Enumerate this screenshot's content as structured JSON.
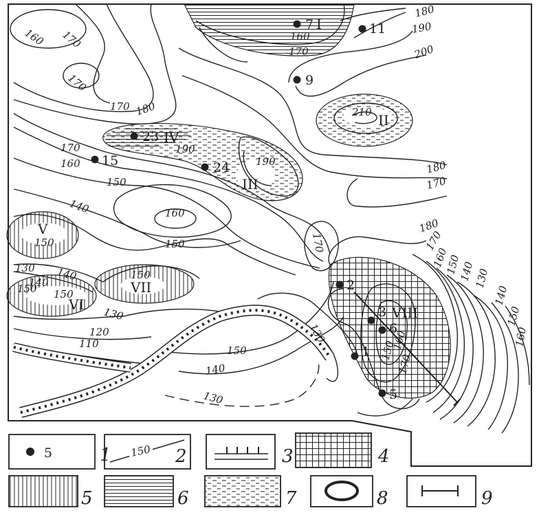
{
  "contour_labels": {
    "c160_nw": "160",
    "c170_n": "170",
    "c170_nw2": "170",
    "c170_w": "170",
    "c180_w": "180",
    "c170_far_w": "170",
    "c160_far_w": "160",
    "c150_w": "150",
    "c140_w": "140",
    "c130_w": "130",
    "c140_w2": "140",
    "c150_vi": "150",
    "c140_vi": "140",
    "c150_vi2": "150",
    "c150_v": "150",
    "c150_vii": "150",
    "c130_sw": "130",
    "c120_sw": "120",
    "c110_sw": "110",
    "c160_i": "160",
    "c170_i": "170",
    "c180_ne": "180",
    "c190_ne": "190",
    "c200_ne": "200",
    "c210_ii": "210",
    "c190_iv": "190",
    "c190_iii": "190",
    "c180_e": "180",
    "c170_e": "170",
    "c160_c": "160",
    "c150_c": "150",
    "c170_cc": "170",
    "c130_se": "130",
    "c150_s": "150",
    "c140_s": "140",
    "c130_s": "130",
    "c180_se": "180",
    "c170_se": "170",
    "c160_se": "160",
    "c150_se": "150",
    "c140_se": "140",
    "c130_se2": "130",
    "c140_se3": "140",
    "c150_se3": "150",
    "c160_se3": "160",
    "c150_viii": "150",
    "c160_viii": "160",
    "c170_viii": "170"
  },
  "zones": {
    "I": "I",
    "II": "II",
    "III": "III",
    "IV": "IV",
    "V": "V",
    "VI": "VI",
    "VII": "VII",
    "VIII": "VIII"
  },
  "wells": [
    {
      "id": "7"
    },
    {
      "id": "11"
    },
    {
      "id": "9"
    },
    {
      "id": "23"
    },
    {
      "id": "15"
    },
    {
      "id": "24"
    },
    {
      "id": "2"
    },
    {
      "id": "3"
    },
    {
      "id": "6"
    },
    {
      "id": "1"
    },
    {
      "id": "5"
    }
  ],
  "legend": [
    {
      "num": "1",
      "sample": "5",
      "icon": "well-dot"
    },
    {
      "num": "2",
      "sample": "150",
      "icon": "contour-line"
    },
    {
      "num": "3",
      "icon": "fault-band"
    },
    {
      "num": "4",
      "icon": "crosshatch-fill"
    },
    {
      "num": "5",
      "icon": "vertical-hatch-fill"
    },
    {
      "num": "6",
      "icon": "horizontal-hatch-fill"
    },
    {
      "num": "7",
      "icon": "dashed-hatch-fill"
    },
    {
      "num": "8",
      "icon": "ellipse-outline"
    },
    {
      "num": "9",
      "icon": "profile-line"
    }
  ]
}
